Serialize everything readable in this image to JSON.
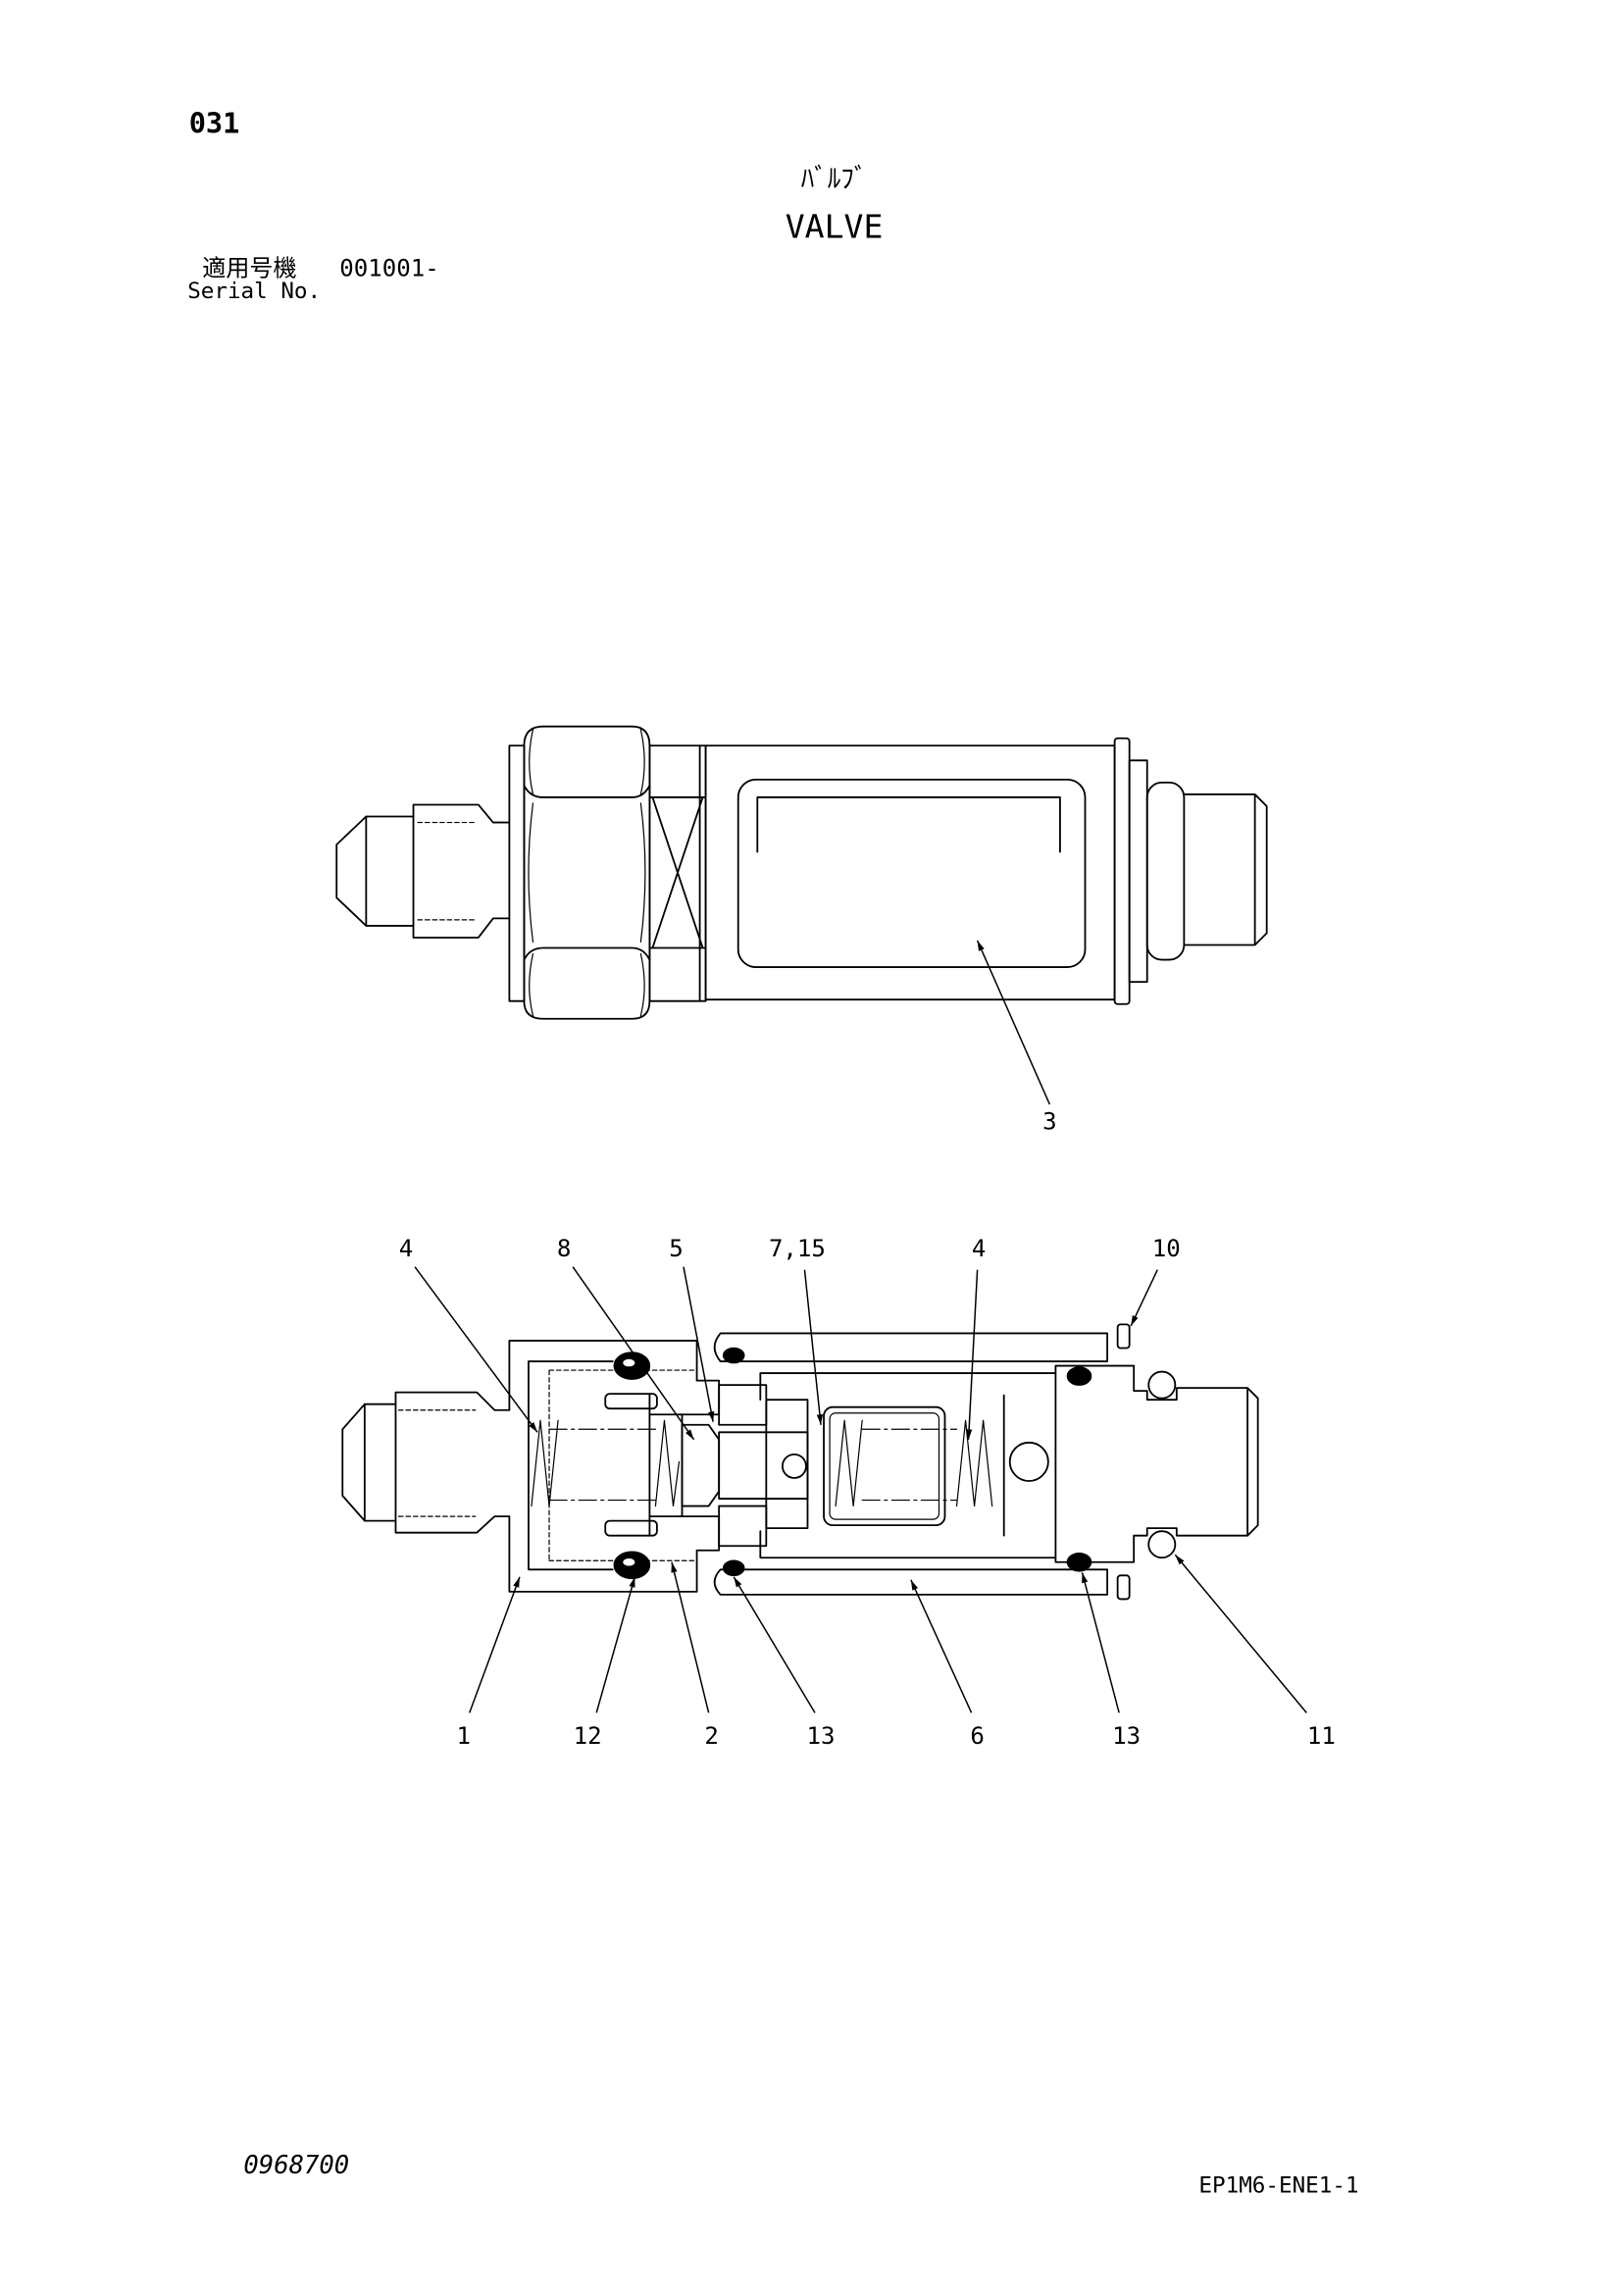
{
  "page": {
    "code": "031",
    "title_jp": "ﾊﾞﾙﾌﾞ",
    "title_en": "VALVE",
    "serial_label_jp": "適用号機",
    "serial_value": "001001-",
    "serial_label_en": "Serial No.",
    "footer_left": "0968700",
    "footer_right": "EP1M6-ENE1-1"
  },
  "exterior_view": {
    "callouts": [
      "3"
    ]
  },
  "section_view": {
    "callouts_top": [
      "4",
      "8",
      "5",
      "7,15",
      "4",
      "10"
    ],
    "callouts_bottom": [
      "1",
      "12",
      "2",
      "13",
      "6",
      "13",
      "11"
    ]
  }
}
